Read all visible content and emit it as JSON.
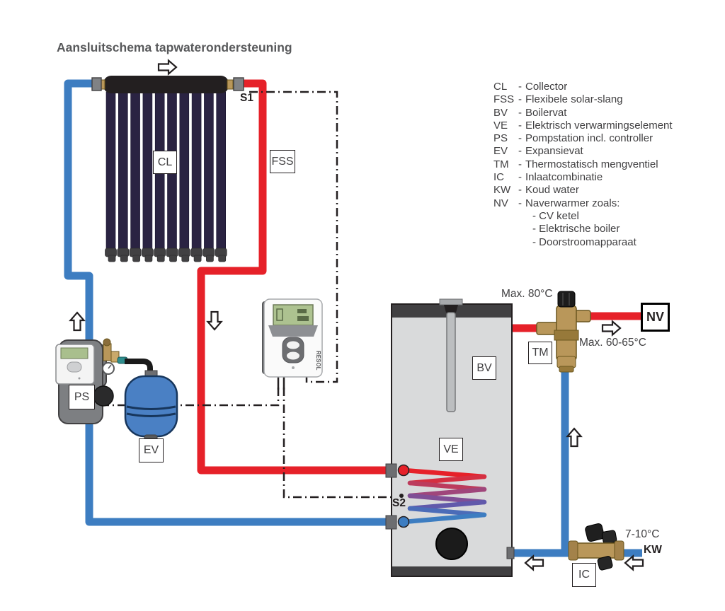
{
  "title": "Aansluitschema tapwaterondersteuning",
  "legend": {
    "dash": "-",
    "items": [
      {
        "abbr": "CL",
        "desc": "Collector"
      },
      {
        "abbr": "FSS",
        "desc": "Flexibele solar-slang"
      },
      {
        "abbr": "BV",
        "desc": "Boilervat"
      },
      {
        "abbr": "VE",
        "desc": "Elektrisch verwarmingselement"
      },
      {
        "abbr": "PS",
        "desc": "Pompstation incl. controller"
      },
      {
        "abbr": "EV",
        "desc": "Expansievat"
      },
      {
        "abbr": "TM",
        "desc": "Thermostatisch mengventiel"
      },
      {
        "abbr": "IC",
        "desc": "Inlaatcombinatie"
      },
      {
        "abbr": "KW",
        "desc": "Koud water"
      },
      {
        "abbr": "NV",
        "desc": "Naverwarmer zoals:"
      }
    ],
    "nv_examples": [
      "- CV ketel",
      "- Elektrische boiler",
      "- Doorstroomapparaat"
    ]
  },
  "labels": {
    "cl": "CL",
    "fss": "FSS",
    "ps": "PS",
    "ev": "EV",
    "bv": "BV",
    "ve": "VE",
    "tm": "TM",
    "ic": "IC",
    "nv": "NV",
    "s1": "S1",
    "s2": "S2",
    "kw": "KW"
  },
  "annotations": {
    "max80": "Max. 80°C",
    "max6065": "Max. 60-65°C",
    "kw_temp": "7-10°C"
  },
  "controller": {
    "brand": "RESOL"
  },
  "colors": {
    "hot_pipe": "#e62129",
    "cold_pipe": "#3d7dc1",
    "sensor_wire": "#231f20",
    "collector_tube": "#2a2342",
    "collector_header": "#231f20",
    "tank_body": "#d9dadb",
    "tank_band": "#414042",
    "vessel_blue": "#4a80c4",
    "brass": "#b9975a",
    "coil": [
      "#e62129",
      "#d52f41",
      "#bc3c5d",
      "#9f467b",
      "#7f4f96",
      "#6159ab",
      "#4b6cb8",
      "#3d7dc1"
    ]
  }
}
